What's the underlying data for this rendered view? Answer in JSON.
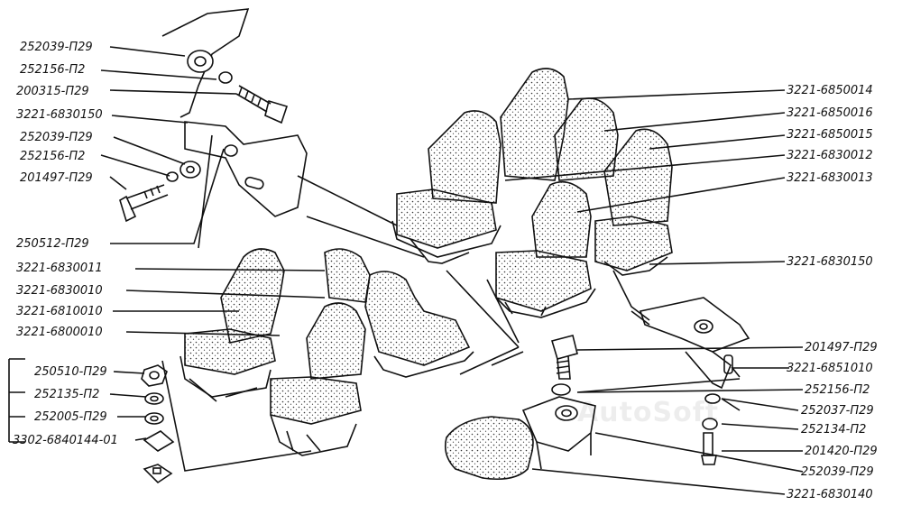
{
  "watermark": "AutoSoft",
  "labels_left": [
    "252039-П29",
    "252156-П2",
    "200315-П29",
    "3221-6830150",
    "252039-П29",
    "252156-П2",
    "201497-П29",
    "250512-П29",
    "3221-6830011",
    "3221-6830010",
    "3221-6810010",
    "3221-6800010",
    "250510-П29",
    "252135-П2",
    "252005-П29",
    "3302-6840144-01"
  ],
  "labels_right": [
    "3221-6850014",
    "3221-6850016",
    "3221-6850015",
    "3221-6830012",
    "3221-6830013",
    "3221-6830150",
    "201497-П29",
    "3221-6851010",
    "252156-П2",
    "252037-П29",
    "252134-П2",
    "201420-П29",
    "252039-П29",
    "3221-6830140"
  ]
}
